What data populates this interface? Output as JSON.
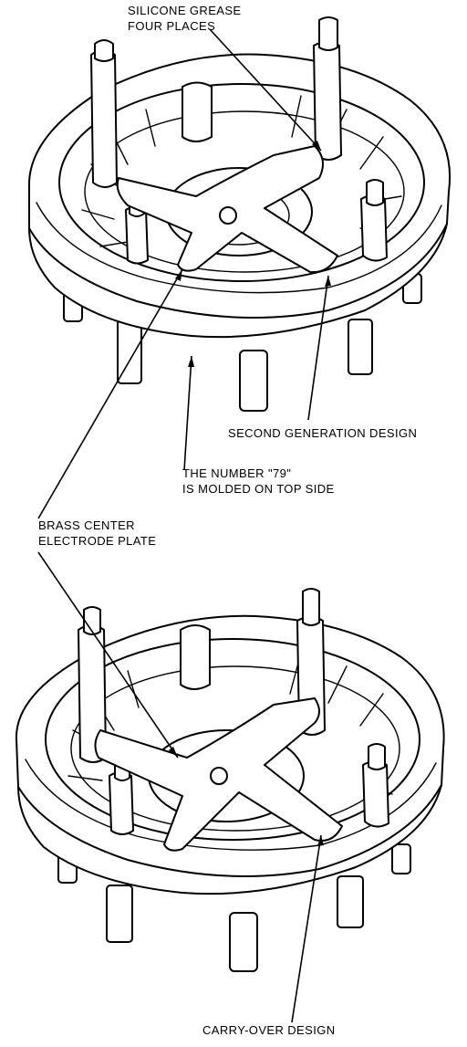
{
  "labels": {
    "silicone_grease": [
      "SILICONE GREASE",
      "FOUR PLACES"
    ],
    "second_generation": "SECOND GENERATION DESIGN",
    "number_79": [
      "THE NUMBER \"79\"",
      "IS MOLDED ON TOP SIDE"
    ],
    "brass_center": [
      "BRASS CENTER",
      "ELECTRODE PLATE"
    ],
    "carry_over": "CARRY-OVER DESIGN"
  },
  "colors": {
    "ink": "#000000",
    "paper": "#ffffff"
  }
}
